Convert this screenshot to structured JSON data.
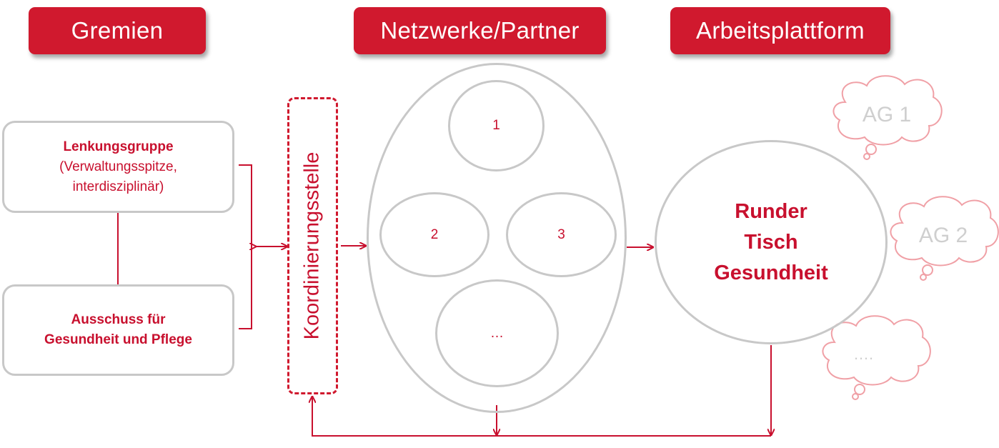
{
  "headers": {
    "gremien": "Gremien",
    "netzwerke": "Netzwerke/Partner",
    "arbeitsplattform": "Arbeitsplattform"
  },
  "gremien": {
    "lenkungsgruppe_title": "Lenkungsgruppe",
    "lenkungsgruppe_line1": "(Verwaltungsspitze,",
    "lenkungsgruppe_line2": "interdisziplinär)",
    "ausschuss_line1": "Ausschuss für",
    "ausschuss_line2": "Gesundheit und Pflege"
  },
  "koordinierungsstelle": "Koordinierungsstelle",
  "netzwerke": {
    "items": [
      "1",
      "2",
      "3",
      "…"
    ]
  },
  "runder_tisch": {
    "line1": "Runder",
    "line2": "Tisch",
    "line3": "Gesundheit"
  },
  "arbeitsgruppen": [
    "AG 1",
    "AG 2",
    "…."
  ],
  "colors": {
    "accent_red": "#d0192e",
    "text_red": "#c8102e",
    "outline_gray": "#c8c8c8",
    "cloud_pink": "#f0a0a6",
    "cloud_text": "#cfcfcf"
  }
}
